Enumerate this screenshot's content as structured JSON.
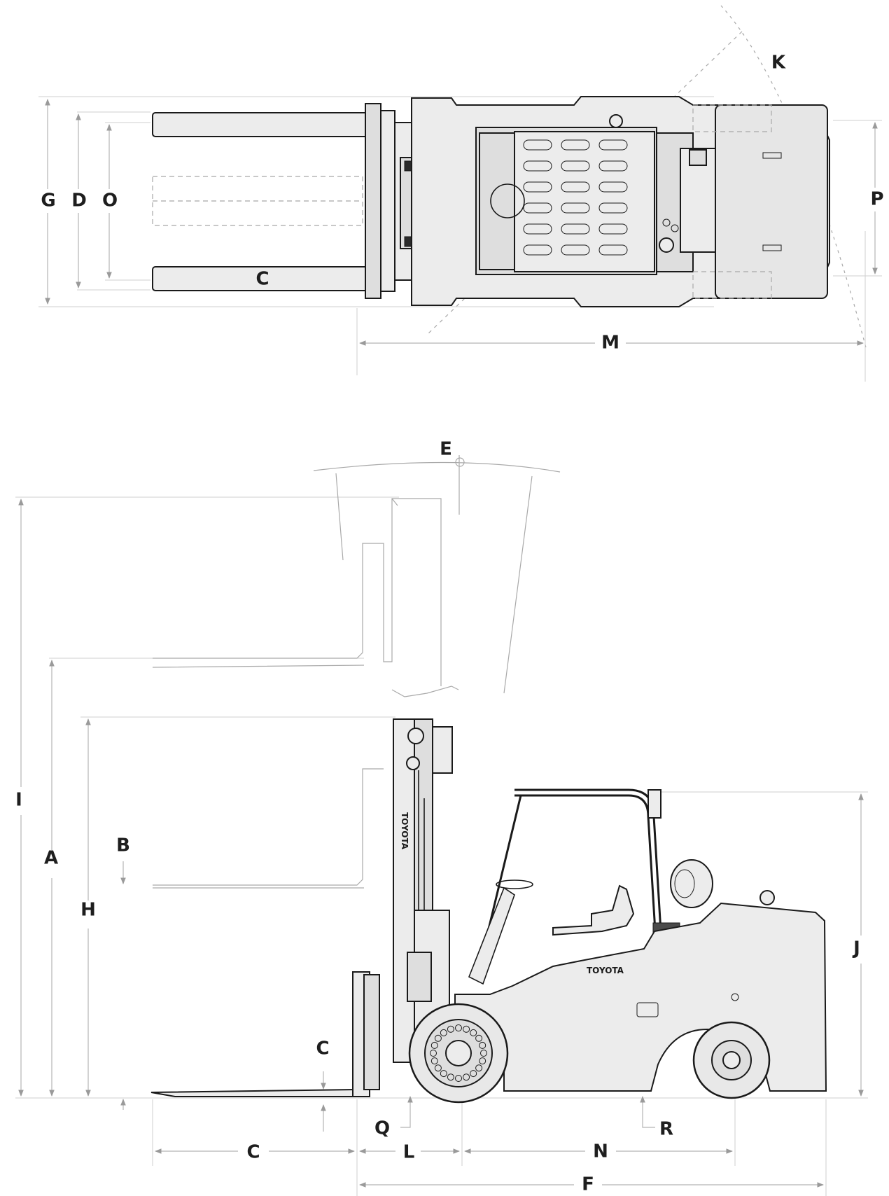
{
  "dimension_labels": {
    "G": "G",
    "D": "D",
    "O": "O",
    "C": "C",
    "K": "K",
    "P": "P",
    "M": "M",
    "E": "E",
    "I": "I",
    "A": "A",
    "B": "B",
    "H": "H",
    "J": "J",
    "Q": "Q",
    "L": "L",
    "N": "N",
    "R": "R",
    "F": "F"
  },
  "brand": {
    "mast_text": "TOYOTA",
    "body_text": "TOYOTA"
  },
  "views": [
    "top-view",
    "side-view"
  ]
}
